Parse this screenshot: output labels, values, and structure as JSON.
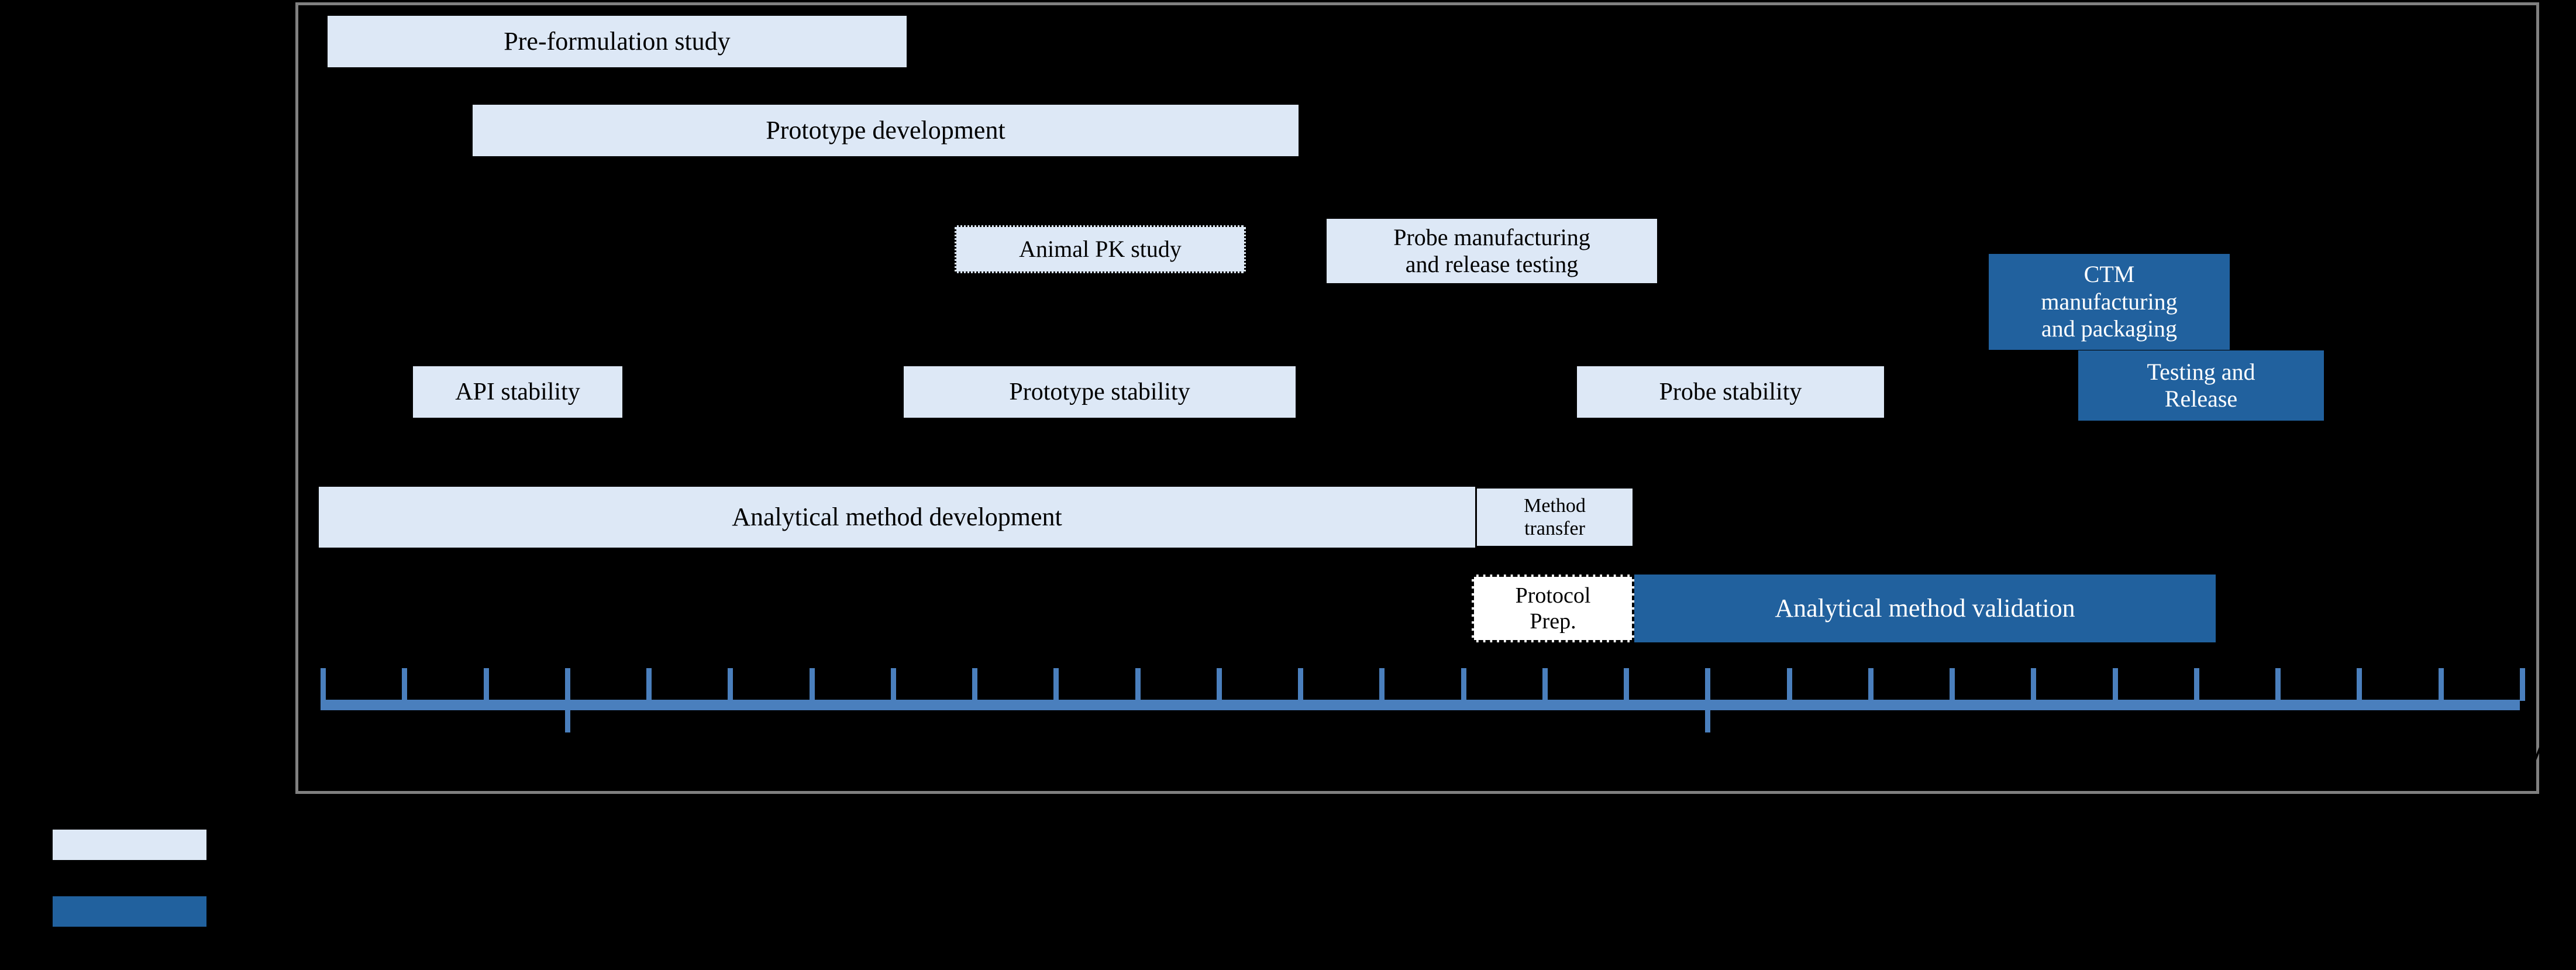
{
  "chart_data": {
    "type": "gantt",
    "title": "",
    "xlabel": "",
    "ylabel": "",
    "grid": false,
    "legend_position": "bottom-left",
    "colors": {
      "light_fill": "#dde8f6",
      "dark_fill": "#21619e",
      "white_fill": "#ffffff",
      "axis": "#4a7fbd",
      "frame": "#808080",
      "text_dark": "#000000",
      "text_light": "#ffffff"
    },
    "axis": {
      "tick_count": 28,
      "major_tick_indices": [
        3,
        17
      ],
      "orientation": "horizontal"
    },
    "tasks": [
      {
        "label": "Pre-formulation study",
        "style": "light",
        "border": "none",
        "row": 0,
        "start_pct": 0.4,
        "end_pct": 9.97
      },
      {
        "label": "Prototype development",
        "style": "light",
        "border": "none",
        "row": 1,
        "start_pct": 9.4,
        "end_pct": 22.4
      },
      {
        "label": "Animal PK study",
        "style": "light",
        "border": "dotted",
        "row": 2,
        "start_pct": 17.4,
        "end_pct": 22.37
      },
      {
        "label": "Probe manufacturing\nand release testing",
        "style": "light",
        "border": "none",
        "row": 2,
        "start_pct": 23.9,
        "end_pct": 31.4
      },
      {
        "label": "CTM\nmanufacturing\nand packaging",
        "style": "dark",
        "border": "none",
        "row": 2,
        "start_pct": 63.4,
        "end_pct": 71.4
      },
      {
        "label": "API stability",
        "style": "light",
        "border": "none",
        "row": 3,
        "start_pct": 3.95,
        "end_pct": 11.1
      },
      {
        "label": "Prototype stability",
        "style": "light",
        "border": "none",
        "row": 3,
        "start_pct": 15.7,
        "end_pct": 22.9
      },
      {
        "label": "Probe stability",
        "style": "light",
        "border": "none",
        "row": 3,
        "start_pct": 27.3,
        "end_pct": 34.4
      },
      {
        "label": "Testing and\nRelease",
        "style": "dark",
        "border": "none",
        "row": 3,
        "start_pct": 67.7,
        "end_pct": 74.0
      },
      {
        "label": "Analytical method development",
        "style": "light",
        "border": "none",
        "row": 4,
        "start_pct": 0.0,
        "end_pct": 26.6
      },
      {
        "label": "Method\ntransfer",
        "style": "light",
        "border": "solid",
        "row": 4,
        "start_pct": 26.6,
        "end_pct": 29.3
      },
      {
        "label": "Protocol\nPrep.",
        "style": "white",
        "border": "dashed",
        "row": 5,
        "start_pct": 26.4,
        "end_pct": 29.3
      },
      {
        "label": "Analytical method validation",
        "style": "dark",
        "border": "none",
        "row": 5,
        "start_pct": 29.3,
        "end_pct": 39.3
      }
    ]
  },
  "legend": {
    "items": [
      {
        "swatch": "light",
        "label": ""
      },
      {
        "swatch": "dark",
        "label": ""
      }
    ]
  }
}
